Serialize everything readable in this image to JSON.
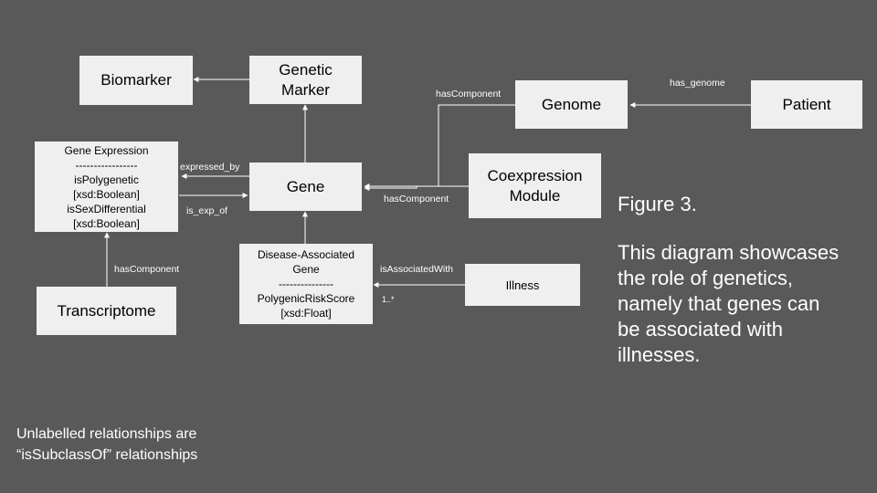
{
  "nodes": {
    "biomarker": [
      "Biomarker"
    ],
    "genetic_marker": [
      "Genetic",
      "Marker"
    ],
    "genome": [
      "Genome"
    ],
    "patient": [
      "Patient"
    ],
    "gene_expression": [
      "Gene Expression",
      "-----------------",
      "isPolygenetic",
      "[xsd:Boolean]",
      "isSexDifferential",
      "[xsd:Boolean]"
    ],
    "gene": [
      "Gene"
    ],
    "coexpression_module": [
      "Coexpression",
      "Module"
    ],
    "disease_associated_gene": [
      "Disease-Associated",
      "Gene",
      "---------------",
      "PolygenicRiskScore",
      "[xsd:Float]"
    ],
    "illness": [
      "Illness"
    ],
    "transcriptome": [
      "Transcriptome"
    ]
  },
  "edge_labels": {
    "has_component_genome": "hasComponent",
    "has_genome": "has_genome",
    "expressed_by": "expressed_by",
    "is_exp_of": "is_exp_of",
    "has_component_module": "hasComponent",
    "has_component_transcriptome": "hasComponent",
    "is_associated_with": "isAssociatedWith",
    "cardinality": "1..*"
  },
  "figure_caption": {
    "title": "Figure 3.",
    "lines": [
      "This diagram showcases",
      "the role of genetics,",
      "namely that genes can",
      "be associated with",
      "illnesses."
    ]
  },
  "footnote": {
    "lines": [
      "Unlabelled relationships are",
      "“isSubclassOf” relationships"
    ]
  },
  "colors": {
    "background": "#595959",
    "node_fill": "#efefef",
    "edge": "#ffffff"
  }
}
